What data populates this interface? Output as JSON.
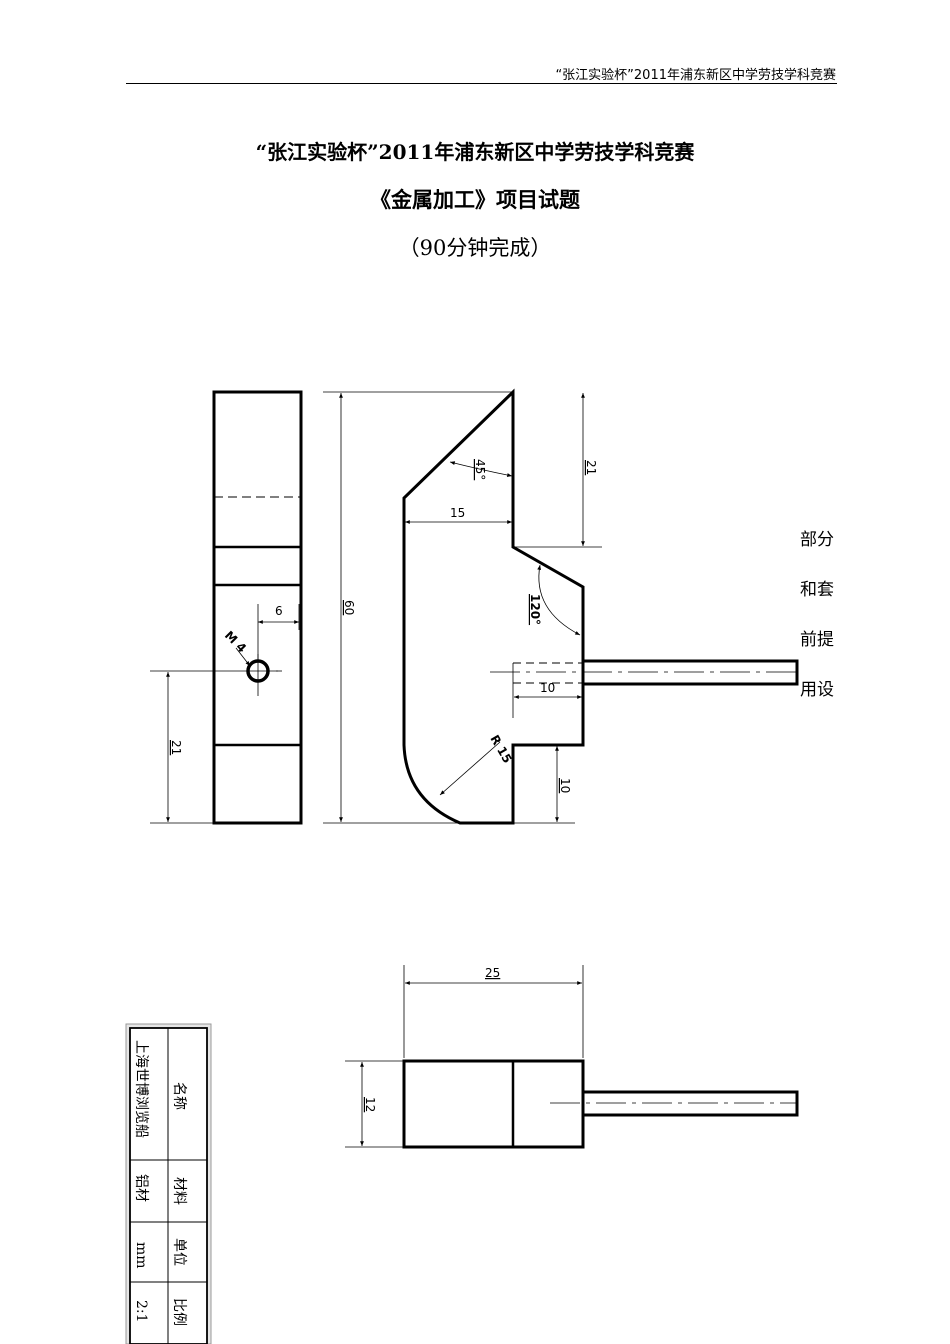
{
  "header": {
    "running_title": "“张江实验杯”2011年浦东新区中学劳技学科竞赛"
  },
  "titles": {
    "line1": "“张江实验杯”2011年浦东新区中学劳技学科竞赛",
    "line2": "《金属加工》项目试题",
    "line3": "（90分钟完成）"
  },
  "side_text": [
    "部分",
    "和套",
    "前提",
    "用设"
  ],
  "dimensions": {
    "angle_45": "45°",
    "dim_15": "15",
    "dim_21_top": "21",
    "angle_120": "120°",
    "dim_60": "60",
    "dim_6": "6",
    "thread_m4": "M 4",
    "dim_10_mid": "10",
    "radius_r15": "R 15",
    "dim_21_left": "21",
    "dim_10_bottom": "10",
    "dim_25": "25",
    "dim_12": "12"
  },
  "title_block": {
    "name_label": "名称",
    "name_value": "上海世博浏览船",
    "material_label": "材料",
    "material_value": "铝材",
    "unit_label": "单位",
    "unit_value": "mm",
    "scale_label": "比例",
    "scale_value": "2:1"
  }
}
